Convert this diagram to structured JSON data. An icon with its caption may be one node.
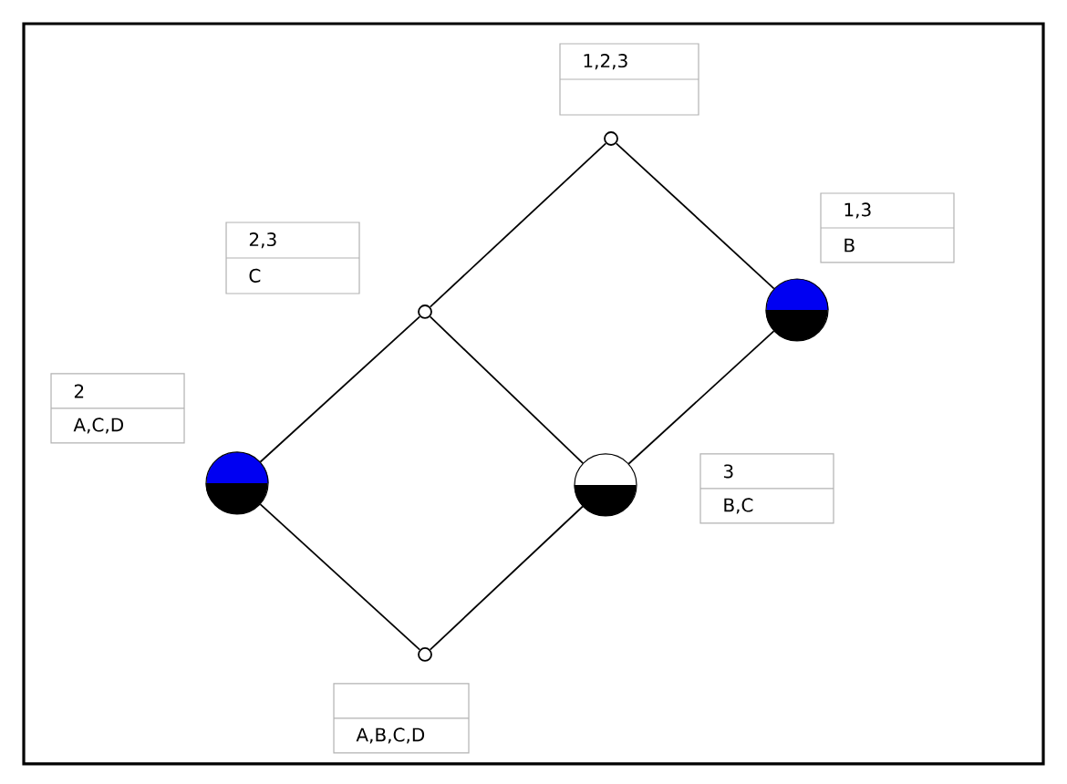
{
  "diagram": {
    "nodes": [
      {
        "text": [],
        "shape": "circle",
        "beside": [
          "1,2,3"
        ]
      },
      {
        "text": [],
        "shape": "circle",
        "beside": [
          "2,3",
          "C"
        ]
      },
      {
        "text": [],
        "shape": "circle",
        "beside": [
          "1,3",
          "B"
        ]
      },
      {
        "text": [],
        "shape": "circle",
        "beside": [
          "2",
          "A,C,D"
        ]
      },
      {
        "text": [],
        "shape": "circle",
        "beside": [
          "3",
          "B,C"
        ]
      },
      {
        "text": [],
        "shape": "circle",
        "beside": [
          "A,B,C,D"
        ]
      }
    ],
    "edges": [
      {
        "from": 0,
        "to": 1,
        "arrow": "none"
      },
      {
        "from": 0,
        "to": 2,
        "arrow": "none"
      },
      {
        "from": 1,
        "to": 3,
        "arrow": "none"
      },
      {
        "from": 1,
        "to": 4,
        "arrow": "none"
      },
      {
        "from": 2,
        "to": 4,
        "arrow": "none"
      },
      {
        "from": 3,
        "to": 5,
        "arrow": "none"
      },
      {
        "from": 4,
        "to": 5,
        "arrow": "none"
      }
    ]
  }
}
